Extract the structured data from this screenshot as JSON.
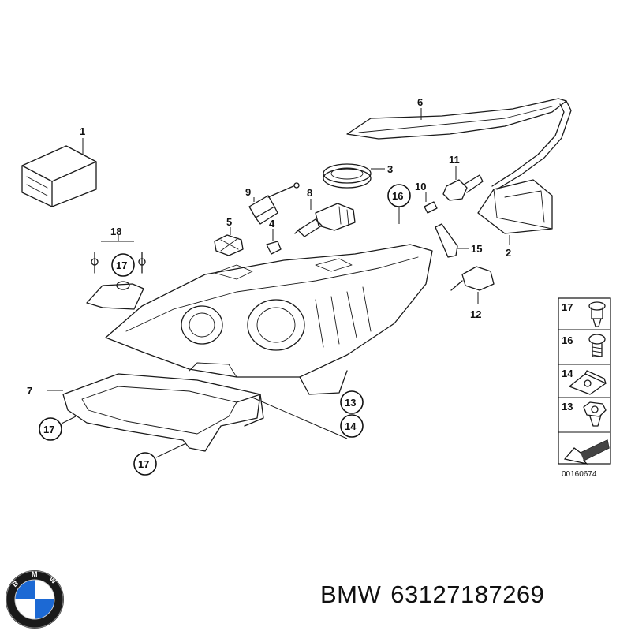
{
  "labels": {
    "p1": "1",
    "p2": "2",
    "p3": "3",
    "p4": "4",
    "p5": "5",
    "p6": "6",
    "p7": "7",
    "p8": "8",
    "p9": "9",
    "p10": "10",
    "p11": "11",
    "p12": "12",
    "p13": "13",
    "p14": "14",
    "p15": "15",
    "p16": "16",
    "p17": "17",
    "p18": "18"
  },
  "legend": {
    "items": [
      "17",
      "16",
      "14",
      "13"
    ],
    "code": "00160674"
  },
  "footer": {
    "brand": "BMW",
    "part_number": "63127187269"
  },
  "logo": {
    "text": "BMW",
    "colors": {
      "blue": "#1c69d4",
      "white": "#ffffff",
      "ring": "#1a1a1a"
    }
  }
}
